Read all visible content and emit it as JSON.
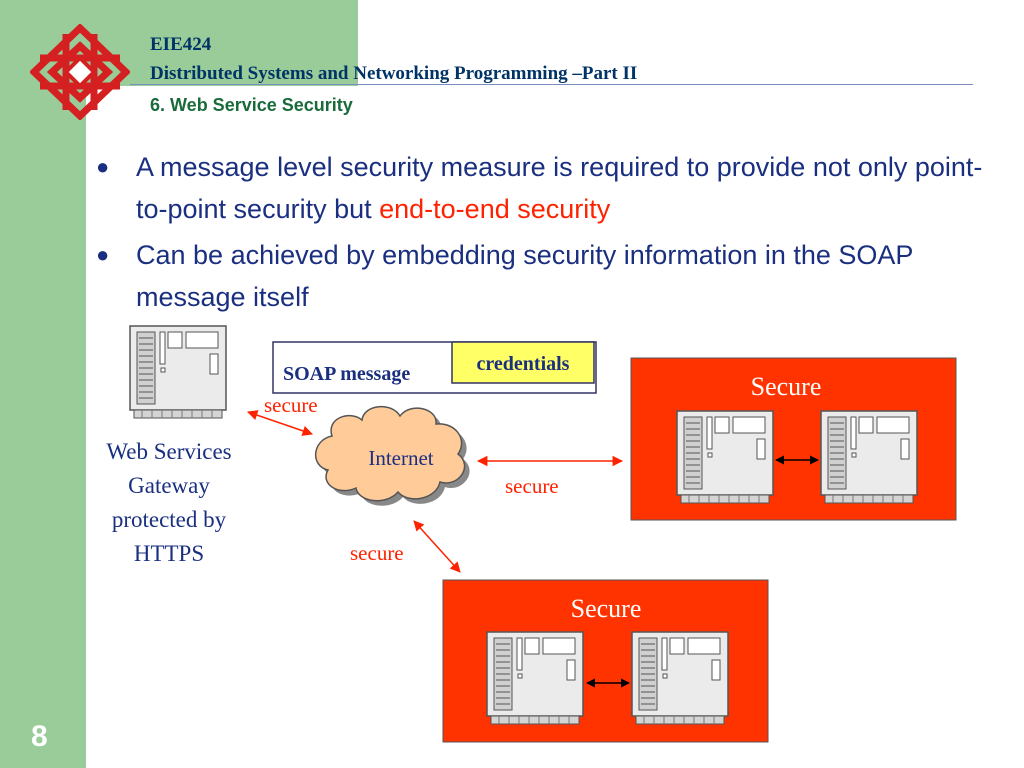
{
  "header": {
    "course_code": "EIE424",
    "course_title": "Distributed Systems and Networking Programming –Part II",
    "section_title": "6. Web Service Security"
  },
  "bullets": [
    {
      "text": "A message level security measure is required to provide not only point-to-point security but ",
      "highlight": "end-to-end security"
    },
    {
      "text": "Can be achieved by embedding security information in the SOAP message itself",
      "highlight": ""
    }
  ],
  "diagram": {
    "soap_message_label": "SOAP message",
    "credentials_label": "credentials",
    "internet_label": "Internet",
    "gateway_label": "Web Services Gateway protected by HTTPS",
    "secure_link_label": "secure",
    "secure_zone_label": "Secure"
  },
  "colors": {
    "sidebar_green": "#99cc99",
    "title_navy": "#003366",
    "section_green": "#1a6b3a",
    "body_blue": "#1a2f80",
    "accent_red": "#ff2200",
    "zone_red": "#ff3300",
    "credentials_yellow": "#ffff66",
    "cloud_orange": "#ffcc99"
  },
  "page_number": "8"
}
